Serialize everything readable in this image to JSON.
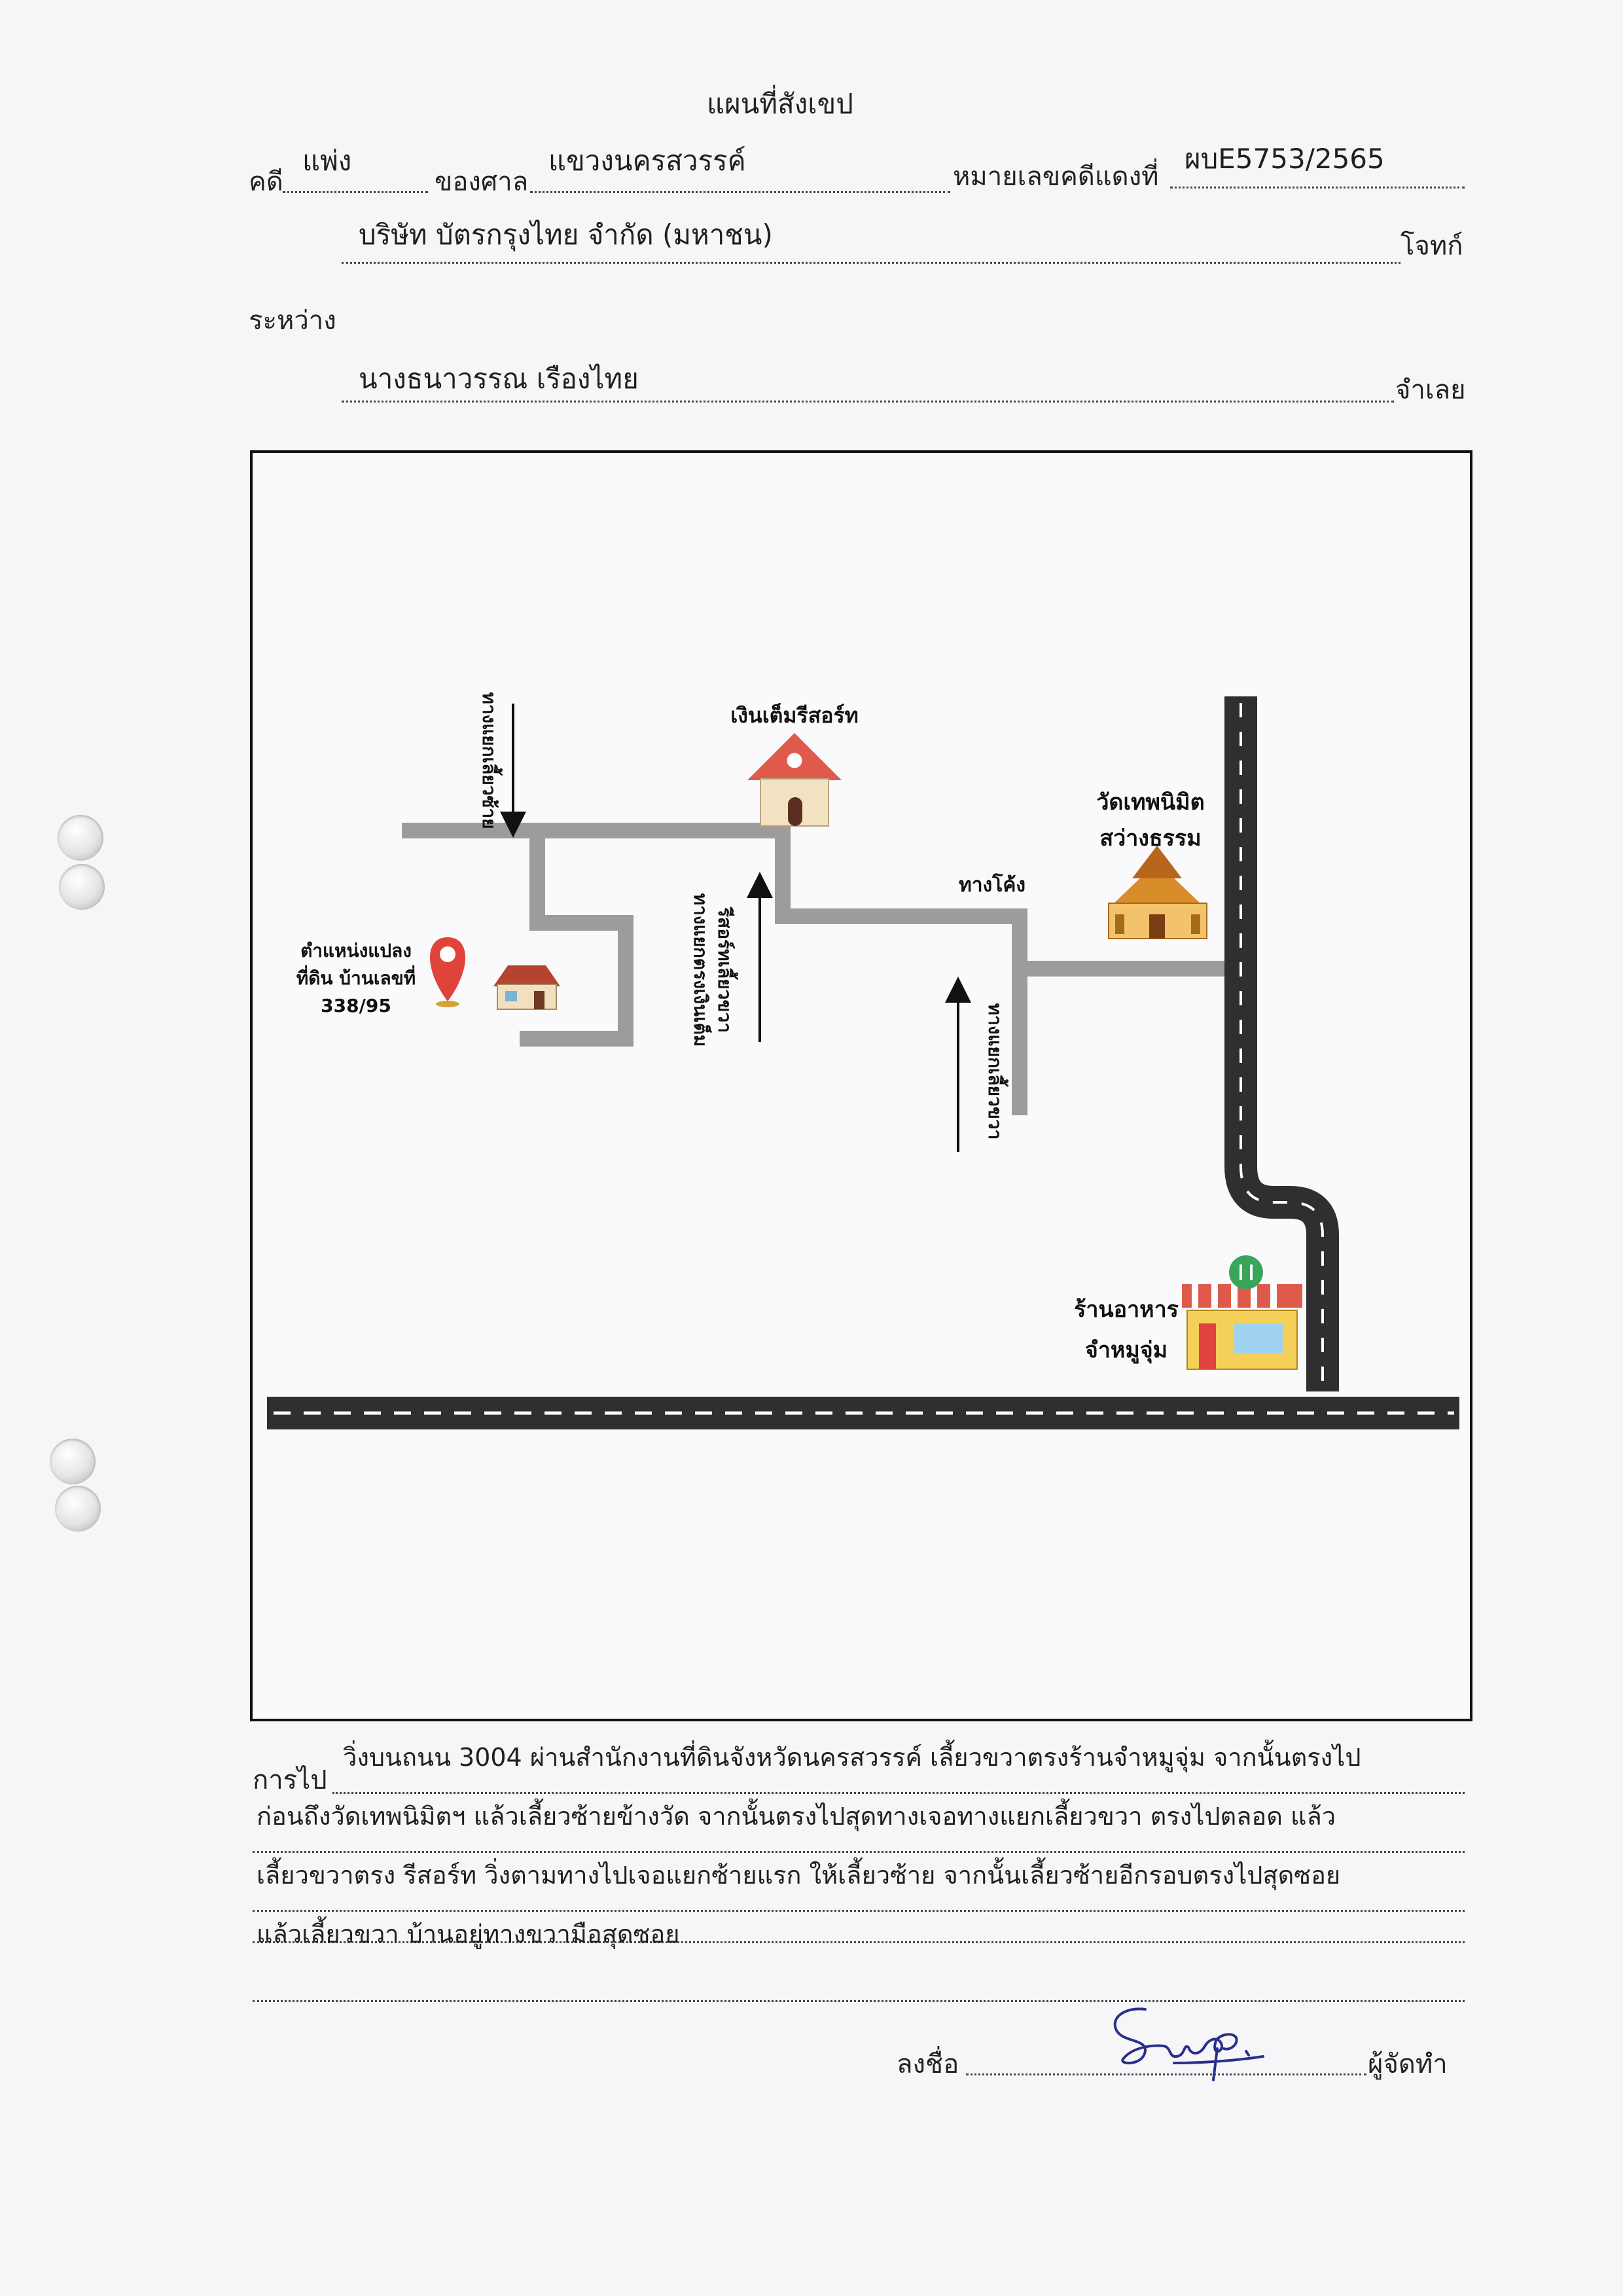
{
  "header": {
    "title": "แผนที่สังเขป",
    "case_label": "คดี",
    "case_type": "แพ่ง",
    "court_label": "ของศาล",
    "court_name": "แขวงนครสวรรค์",
    "red_case_label": "หมายเลขคดีแดงที่",
    "red_case_no": "ผบE5753/2565",
    "plaintiff_name": "บริษัท บัตรกรุงไทย จำกัด (มหาชน)",
    "plaintiff_label": "โจทก์",
    "between_label": "ระหว่าง",
    "defendant_name": "นางธนาวรรณ เรืองไทย",
    "defendant_label": "จำเลย"
  },
  "map": {
    "target_line1": "ตำแหน่งแปลง",
    "target_line2": "ที่ดิน บ้านเลขที่",
    "target_line3": "338/95",
    "resort_name": "เงินเต็มรีสอร์ท",
    "temple_line1": "วัดเทพนิมิต",
    "temple_line2": "สว่างธรรม",
    "curve_label": "ทางโค้ง",
    "left_turn_1": "ทางแยกเลี้ยวซ้าย",
    "straight_turn_line1": "ทางแยกตรงเงินเต็ม",
    "straight_turn_line2": "รีสอร์ทเลี้ยวขวา",
    "right_turn": "ทางแยกเลี้ยวขวา",
    "restaurant_line1": "ร้านอาหาร",
    "restaurant_line2": "จำหมูจุ่ม",
    "colors": {
      "road": "#2f2f31",
      "lane": "#9c9c9c",
      "pin": "#e0433b",
      "roof": "#e05a4b"
    }
  },
  "directions": {
    "label": "การไป",
    "lines": [
      "วิ่งบนถนน 3004 ผ่านสำนักงานที่ดินจังหวัดนครสวรรค์ เลี้ยวขวาตรงร้านจำหมูจุ่ม จากนั้นตรงไป",
      "ก่อนถึงวัดเทพนิมิตฯ แล้วเลี้ยวซ้ายข้างวัด จากนั้นตรงไปสุดทางเจอทางแยกเลี้ยวขวา ตรงไปตลอด แล้ว",
      "เลี้ยวขวาตรง รีสอร์ท วิ่งตามทางไปเจอแยกซ้ายแรก ให้เลี้ยวซ้าย จากนั้นเลี้ยวซ้ายอีกรอบตรงไปสุดซอย",
      "แล้วเลี้ยวขวา บ้านอยู่ทางขวามือสุดซอย"
    ]
  },
  "signature": {
    "sign_label": "ลงชื่อ",
    "role_label": "ผู้จัดทำ"
  }
}
